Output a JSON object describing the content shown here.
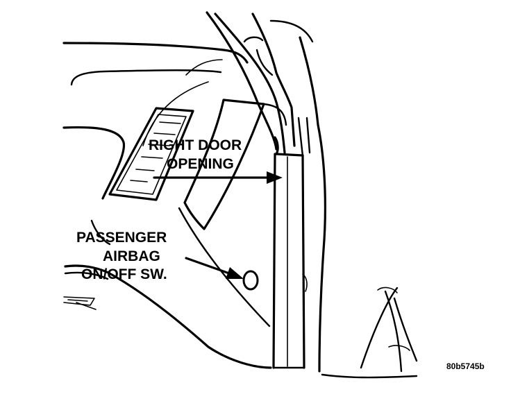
{
  "labels": {
    "right_door_line1": "RIGHT DOOR",
    "right_door_line2": "OPENING",
    "airbag_line1": "PASSENGER",
    "airbag_line2": "AIRBAG",
    "airbag_line3": "ON/OFF SW."
  },
  "figure_code": "80b5745b",
  "colors": {
    "ink": "#000000",
    "paper": "#ffffff"
  }
}
